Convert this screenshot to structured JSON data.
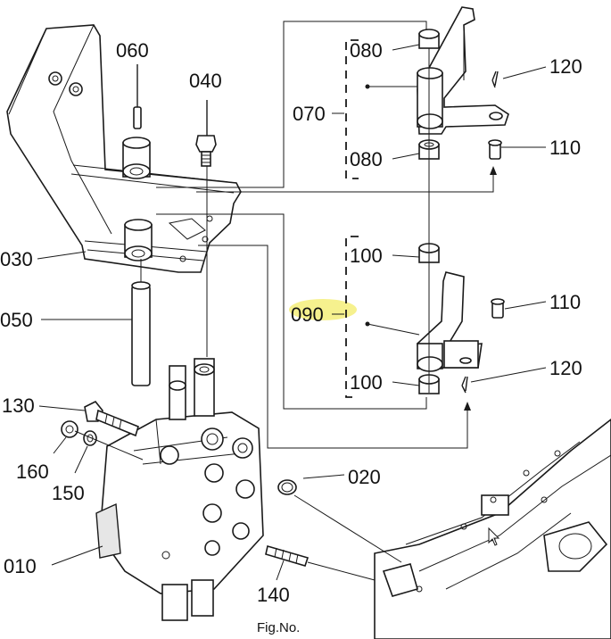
{
  "labels": {
    "p060": "060",
    "p040": "040",
    "p080_top": "080",
    "p070": "070",
    "p120_top": "120",
    "p080_bottom": "080",
    "p110_top": "110",
    "p030": "030",
    "p100_top": "100",
    "p050": "050",
    "p090": "090",
    "p110_bottom": "110",
    "p100_bottom": "100",
    "p120_bottom": "120",
    "p130": "130",
    "p020": "020",
    "p160": "160",
    "p150": "150",
    "p010": "010",
    "p140": "140"
  },
  "caption": "Fig.No.",
  "highlight_color": "#f4ef7a"
}
